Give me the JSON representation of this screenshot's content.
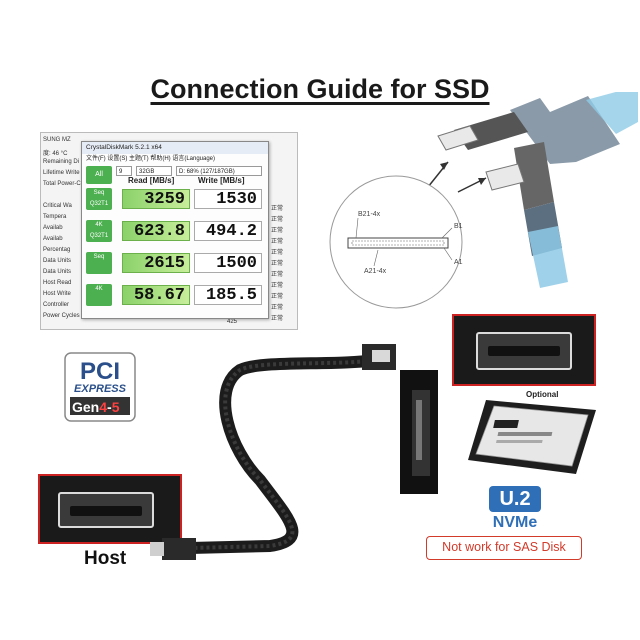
{
  "title": "Connection Guide for SSD",
  "benchmark": {
    "window_title": "CrystalDiskMark 5.2.1 x64",
    "menu": "文件(F)  设置(S)  主题(T)  帮助(H)  语言(Language)",
    "runs": "9",
    "size": "32GB",
    "drive": "D: 68% (127/187GB)",
    "all_button": "All",
    "read_header": "Read [MB/s]",
    "write_header": "Write [MB/s]",
    "rows": [
      {
        "label": "Seq\nQ32T1",
        "read": "3259",
        "write": "1530"
      },
      {
        "label": "4K\nQ32T1",
        "read": "623.8",
        "write": "494.2"
      },
      {
        "label": "Seq",
        "read": "2615",
        "write": "1500"
      },
      {
        "label": "4K",
        "read": "58.67",
        "write": "185.5"
      }
    ],
    "bg_left": [
      "SUNG MZ",
      "度: 46 °C",
      "Remaining Di",
      "Lifetime Write",
      "Total Power-C",
      "",
      "Critical Wa",
      "Tempera",
      "Availab",
      "Availab",
      "Percentag",
      "Data Units",
      "Data Units",
      "Host Read",
      "Host Write",
      "Controller",
      "Power Cycles"
    ],
    "bg_right": [
      "正常",
      "正常",
      "正常",
      "正常",
      "正常",
      "正常",
      "正常",
      "正常",
      "正常",
      "正常",
      "正常"
    ],
    "bg_footer_value": "425"
  },
  "pinout": {
    "top_label": "B21-4x",
    "bottom_label": "A21-4x",
    "right_top": "B1",
    "right_bottom": "A1"
  },
  "logo": {
    "line1": "PCI",
    "line2": "EXPRESS",
    "line3": "Gen",
    "gen_a": "4",
    "gen_sep": "-",
    "gen_b": "5"
  },
  "host_label": "Host",
  "u2_label": "U.2",
  "nvme_label": "NVMe",
  "optional_label": "Optional",
  "warning": "Not work for SAS Disk",
  "colors": {
    "red_frame": "#cc2222",
    "blue": "#2f6fb8",
    "green_cell": "#8bd16a",
    "warn": "#d23a2a"
  }
}
